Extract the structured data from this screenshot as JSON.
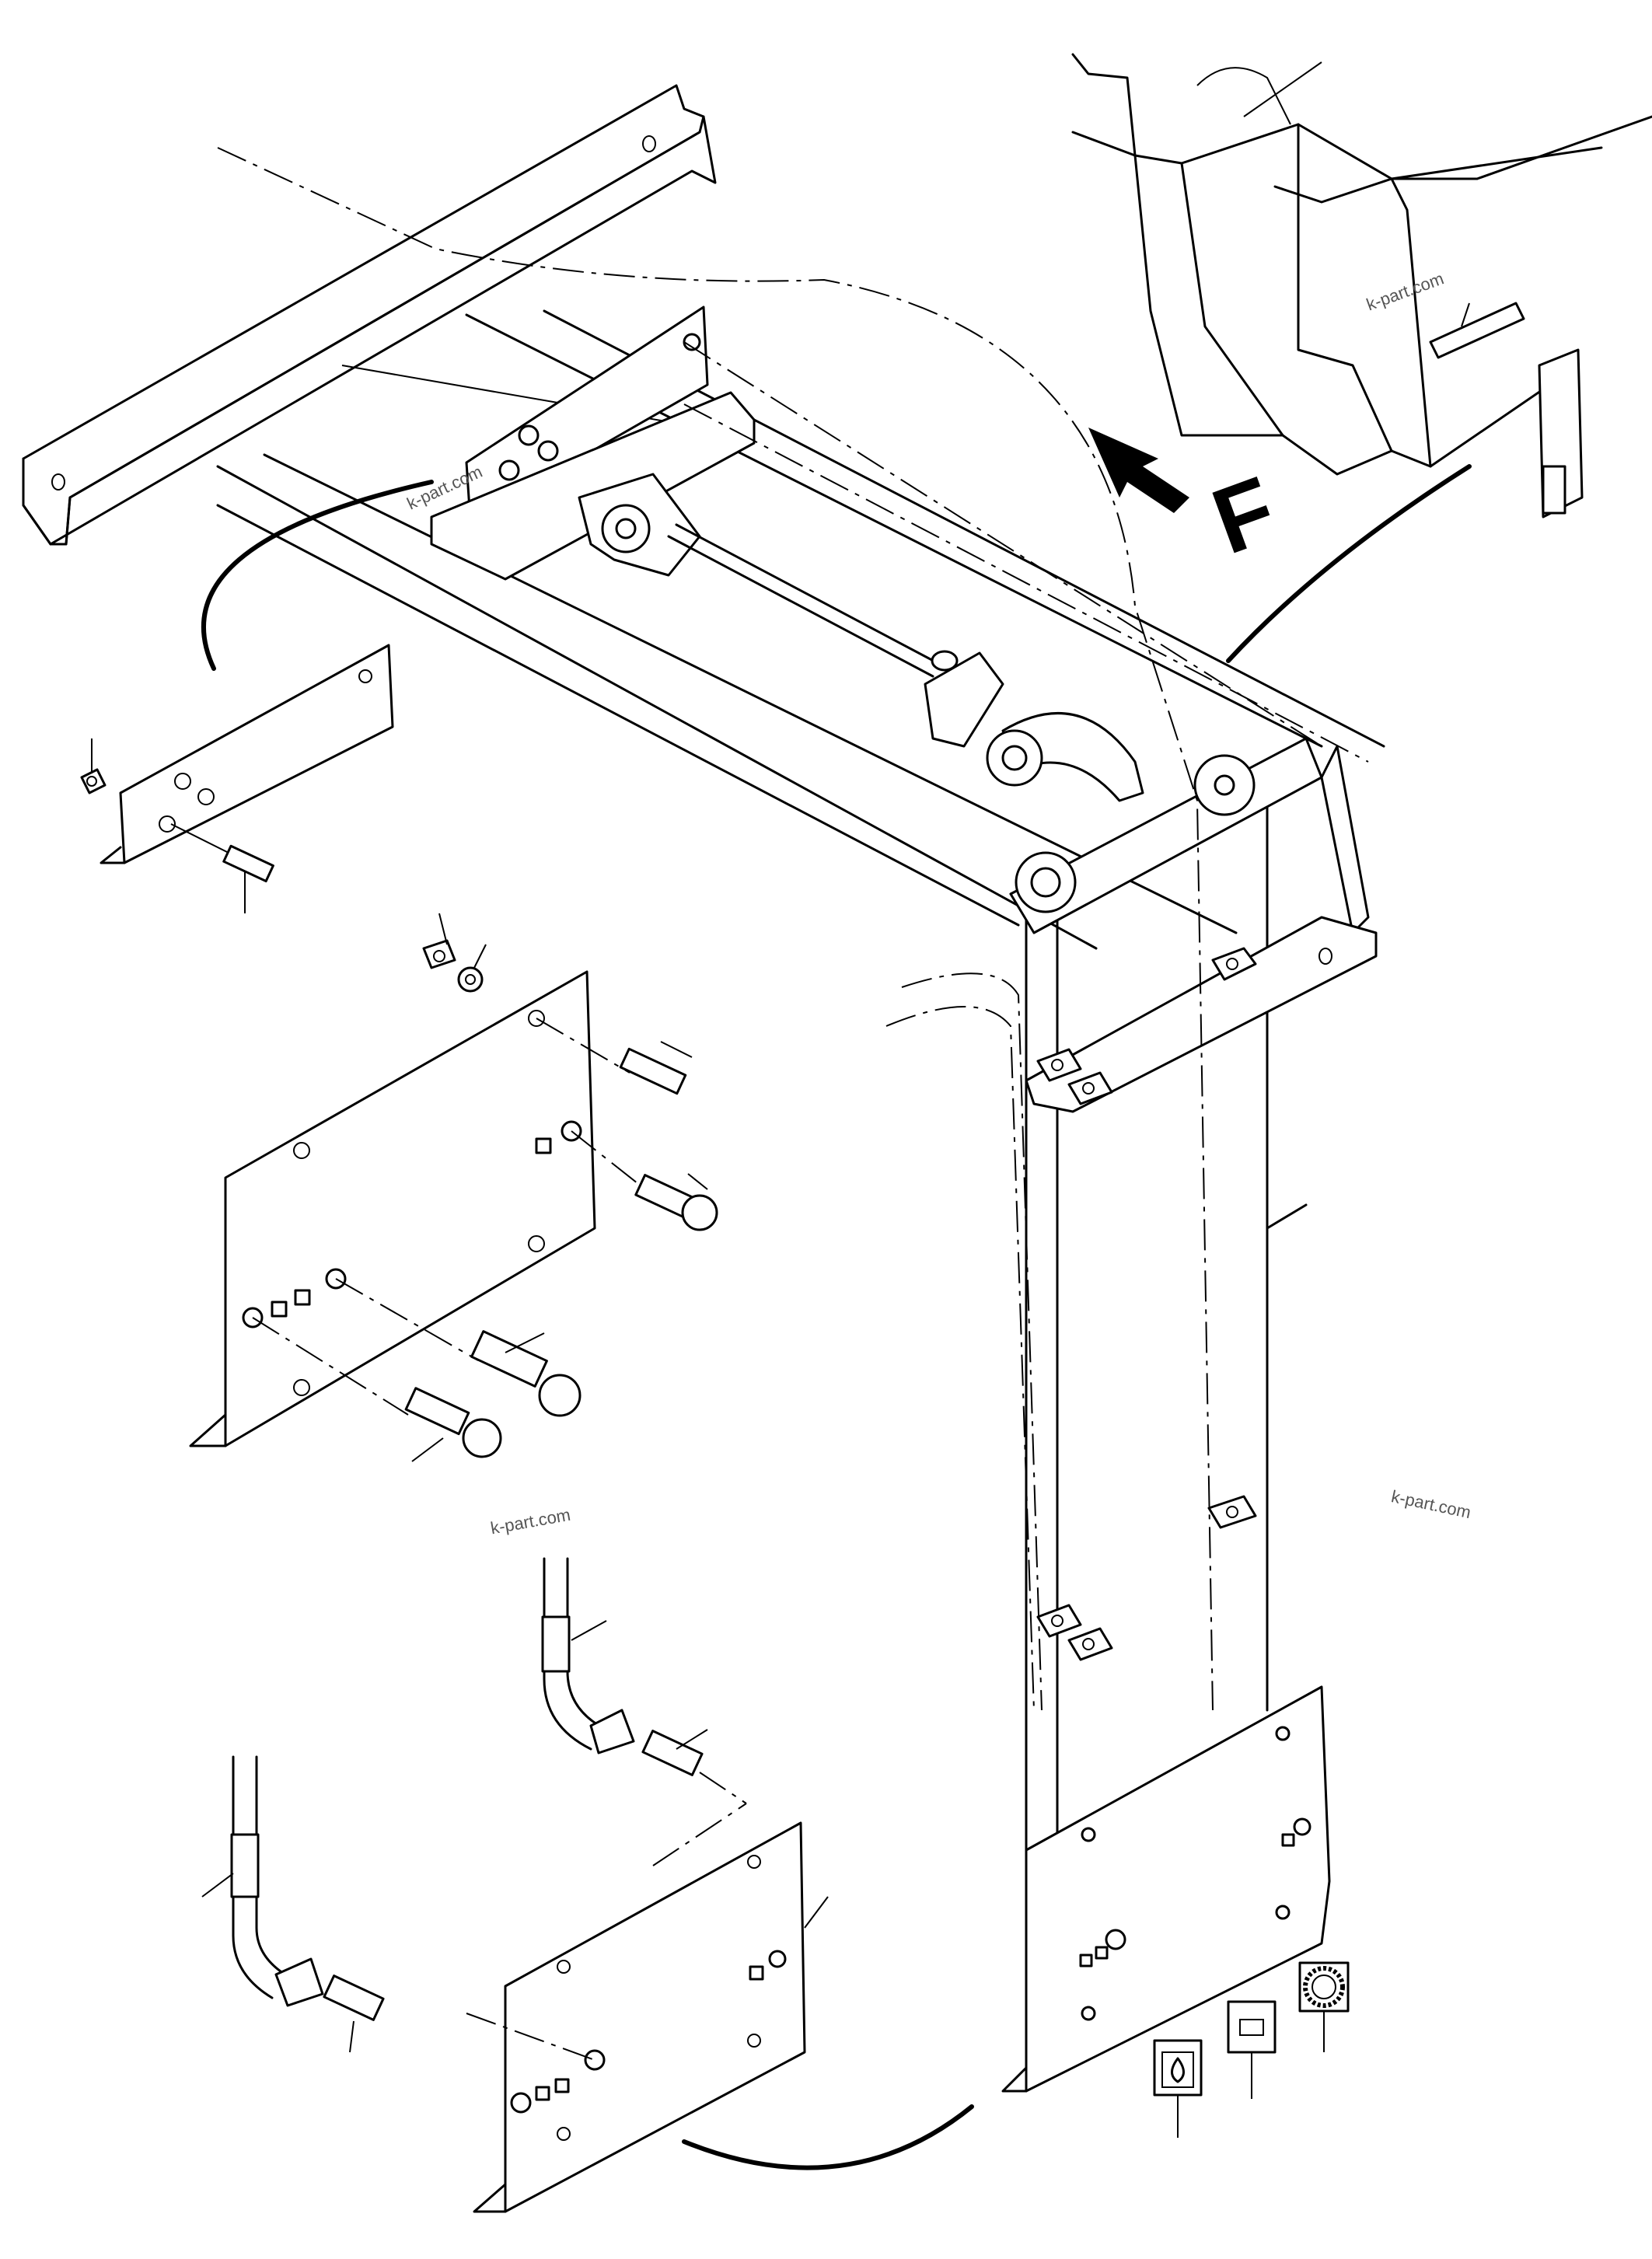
{
  "view_label": "F",
  "watermarks": [
    "k-part.com",
    "k-part.com",
    "k-part.com",
    "k-part.com"
  ],
  "symbols": [
    {
      "icon": "oil-drop-symbol-icon"
    },
    {
      "icon": "battery-symbol-icon"
    },
    {
      "icon": "gear-symbol-icon"
    }
  ]
}
